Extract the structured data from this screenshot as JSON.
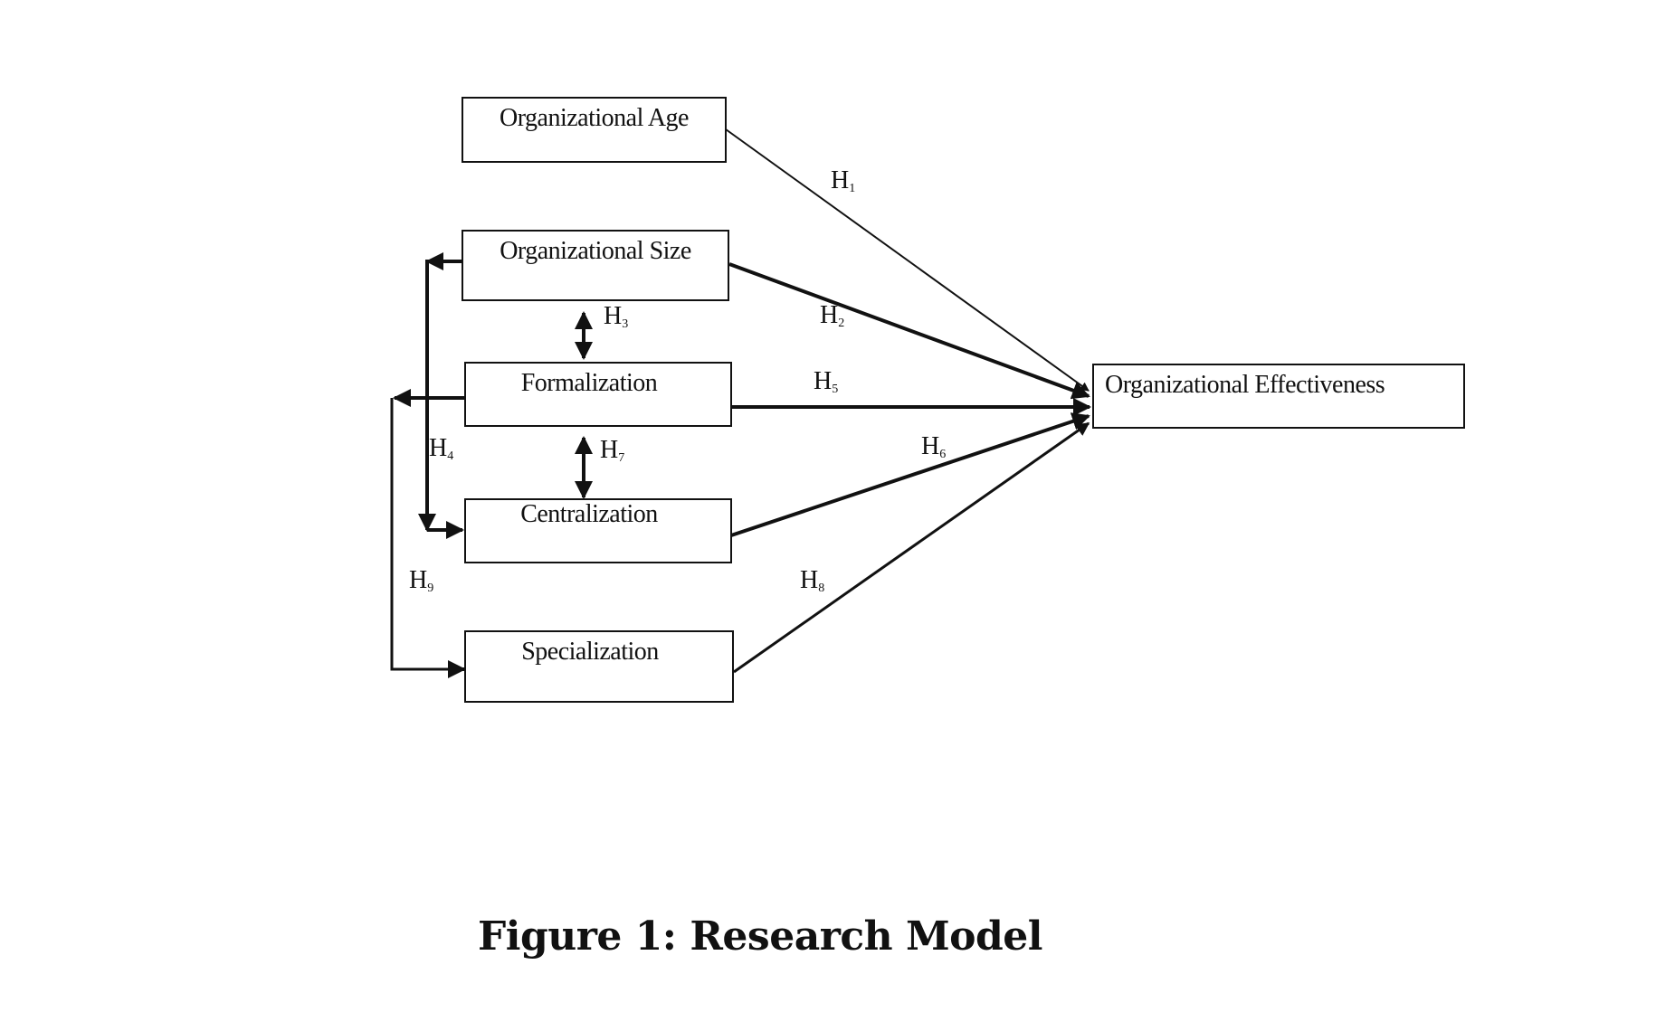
{
  "diagram": {
    "nodes": {
      "org_age": "Organizational Age",
      "org_size": "Organizational Size",
      "formalization": "Formalization",
      "centralization": "Centralization",
      "specialization": "Specialization",
      "org_effectiveness": "Organizational Effectiveness"
    },
    "hypotheses": {
      "h1": {
        "letter": "H",
        "num": "1",
        "from": "Organizational Age",
        "to": "Organizational Effectiveness"
      },
      "h2": {
        "letter": "H",
        "num": "2",
        "from": "Organizational Size",
        "to": "Organizational Effectiveness"
      },
      "h3": {
        "letter": "H",
        "num": "3",
        "from": "Organizational Size",
        "to": "Formalization",
        "bidirectional": true
      },
      "h4": {
        "letter": "H",
        "num": "4",
        "from": "Organizational Size",
        "to": "Centralization"
      },
      "h5": {
        "letter": "H",
        "num": "5",
        "from": "Formalization",
        "to": "Organizational Effectiveness"
      },
      "h6": {
        "letter": "H",
        "num": "6",
        "from": "Centralization",
        "to": "Organizational Effectiveness"
      },
      "h7": {
        "letter": "H",
        "num": "7",
        "from": "Formalization",
        "to": "Centralization",
        "bidirectional": true
      },
      "h8": {
        "letter": "H",
        "num": "8",
        "from": "Specialization",
        "to": "Organizational Effectiveness"
      },
      "h9": {
        "letter": "H",
        "num": "9",
        "from": "Formalization",
        "to": "Specialization"
      }
    }
  },
  "caption": "Figure 1: Research Model"
}
